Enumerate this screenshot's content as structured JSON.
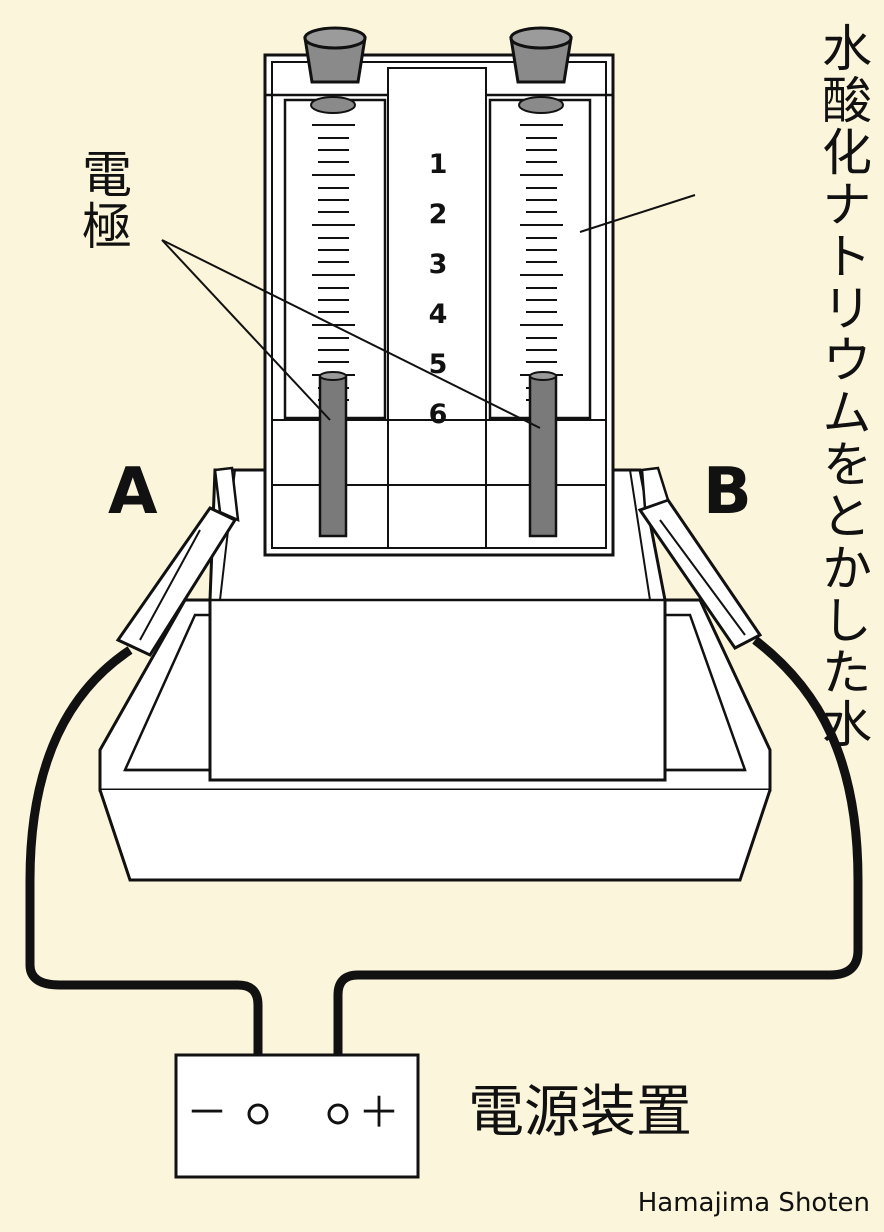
{
  "labels": {
    "electrode": "電極",
    "solution": "水酸化ナトリウムをとかした水",
    "terminal_a": "A",
    "terminal_b": "B",
    "power_supply": "電源装置",
    "minus": "－",
    "plus": "＋"
  },
  "scale_numbers": [
    "1",
    "2",
    "3",
    "4",
    "5",
    "6"
  ],
  "credit": "Hamajima Shoten",
  "colors": {
    "background": "#fbf5db",
    "line": "#111111",
    "apparatus_fill": "#ffffff",
    "stopper": "#8a8a8a",
    "electrode": "#7a7a7a"
  }
}
